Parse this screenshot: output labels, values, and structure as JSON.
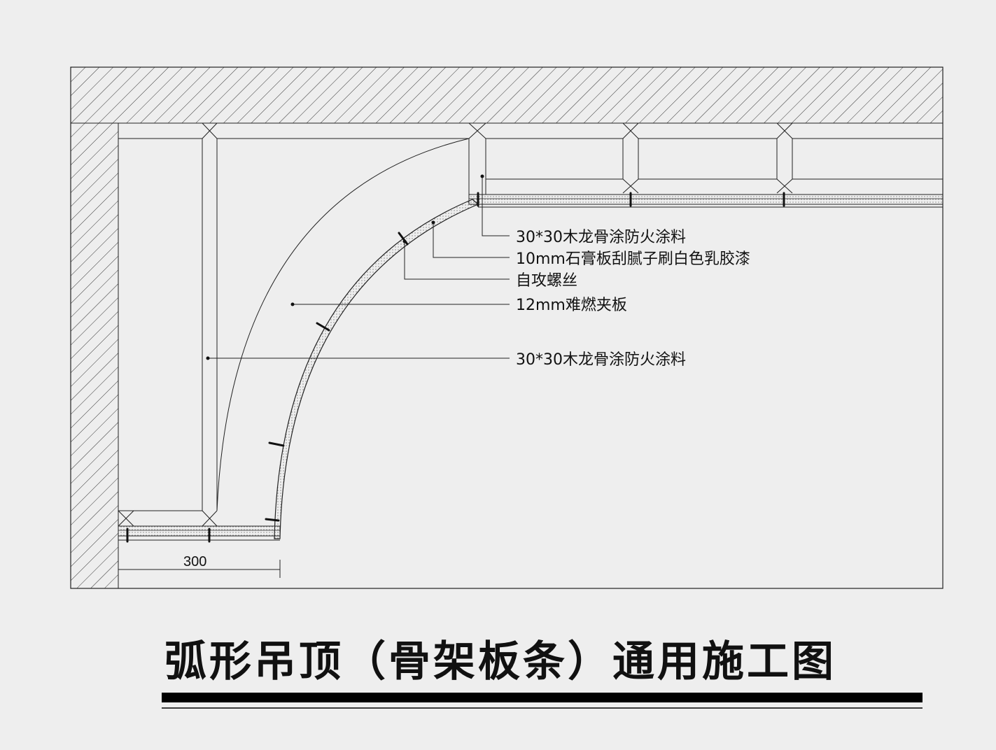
{
  "title": "弧形吊顶（骨架板条）通用施工图",
  "dimension": {
    "value": "300"
  },
  "callouts": [
    {
      "id": "c1",
      "text": "30*30木龙骨涂防火涂料"
    },
    {
      "id": "c2",
      "text": "10mm石膏板刮腻子刷白色乳胶漆"
    },
    {
      "id": "c3",
      "text": "自攻螺丝"
    },
    {
      "id": "c4",
      "text": "12mm难燃夹板"
    },
    {
      "id": "c5",
      "text": "30*30木龙骨涂防火涂料"
    }
  ],
  "colors": {
    "background": "#eeeeee",
    "line": "#1a1a1a",
    "title_bar": "#000000"
  }
}
